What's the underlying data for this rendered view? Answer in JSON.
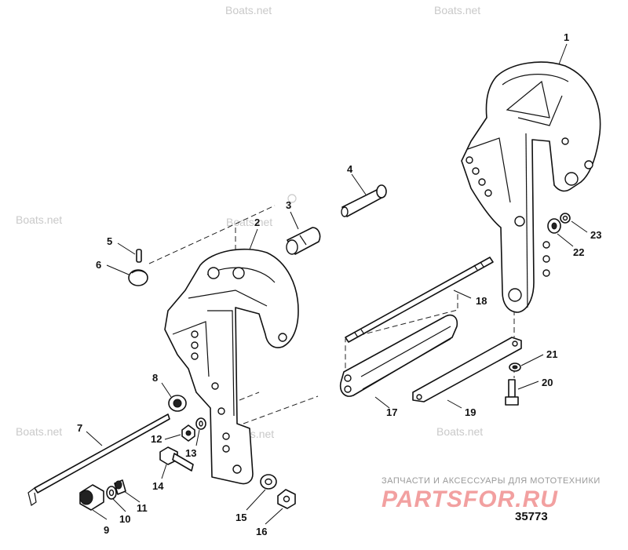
{
  "watermarks": [
    "Boats.net",
    "Boats.net",
    "Boats.net",
    "Boats.net",
    "Boats.net",
    "Boats.net",
    "Boats.net"
  ],
  "callouts": [
    "1",
    "2",
    "3",
    "4",
    "5",
    "6",
    "7",
    "8",
    "9",
    "10",
    "11",
    "12",
    "13",
    "14",
    "15",
    "16",
    "17",
    "18",
    "19",
    "20",
    "21",
    "22",
    "23"
  ],
  "footer": {
    "promo_text": "ЗАПЧАСТИ И АКСЕССУАРЫ ДЛЯ МОТОТЕХНИКИ",
    "logo_text": "PARTSFOR.RU",
    "figure_number": "35773"
  }
}
